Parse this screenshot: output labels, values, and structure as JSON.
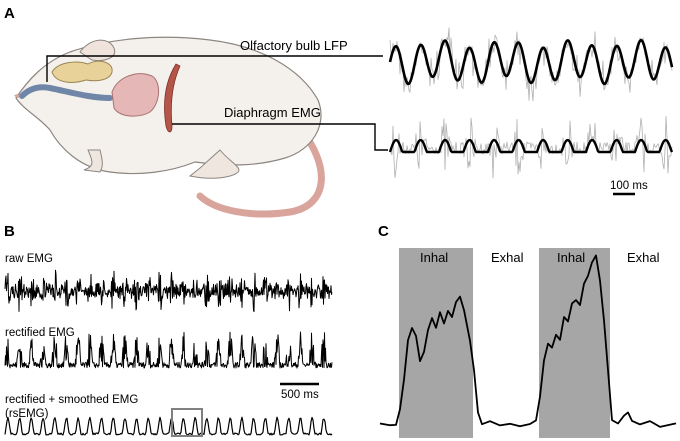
{
  "panels": {
    "A": {
      "letter": "A",
      "labels": {
        "olfactory": "Olfactory bulb LFP",
        "diaphragm": "Diaphragm EMG"
      },
      "scale_bar": "100 ms"
    },
    "B": {
      "letter": "B",
      "labels": {
        "raw": "raw EMG",
        "rectified": "rectified EMG",
        "smoothed_line1": "rectified + smoothed EMG",
        "smoothed_line2": "(rsEMG)"
      },
      "scale_bar": "500 ms"
    },
    "C": {
      "letter": "C",
      "phases": [
        "Inhal",
        "Exhal",
        "Inhal",
        "Exhal"
      ]
    }
  },
  "colors": {
    "trace": "#000000",
    "raw_trace_gray": "#b0b0b0",
    "inhalation_shade": "#a6a6a6",
    "rat_body": "#f4f1ec",
    "rat_tail": "#d9a49c",
    "olfactory_bulb": "#e9d29a",
    "lung": "#e6b7b7",
    "diaphragm": "#b5554a",
    "airway": "#6f86a8"
  }
}
